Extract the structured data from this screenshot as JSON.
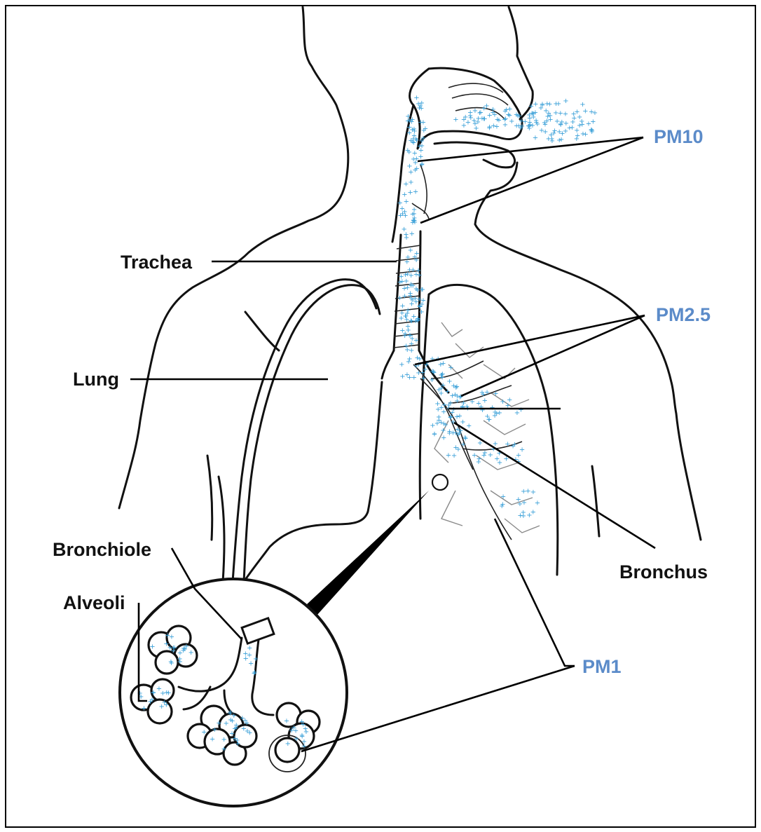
{
  "labels": {
    "pm10": "PM10",
    "trachea": "Trachea",
    "pm25": "PM2.5",
    "lung": "Lung",
    "bronchiole": "Bronchiole",
    "alveoli": "Alveoli",
    "bronchus": "Bronchus",
    "pm1": "PM1"
  },
  "colors": {
    "pm_label": "#5b8bc9",
    "particle": "#3aa0d8",
    "outline": "#111111"
  }
}
